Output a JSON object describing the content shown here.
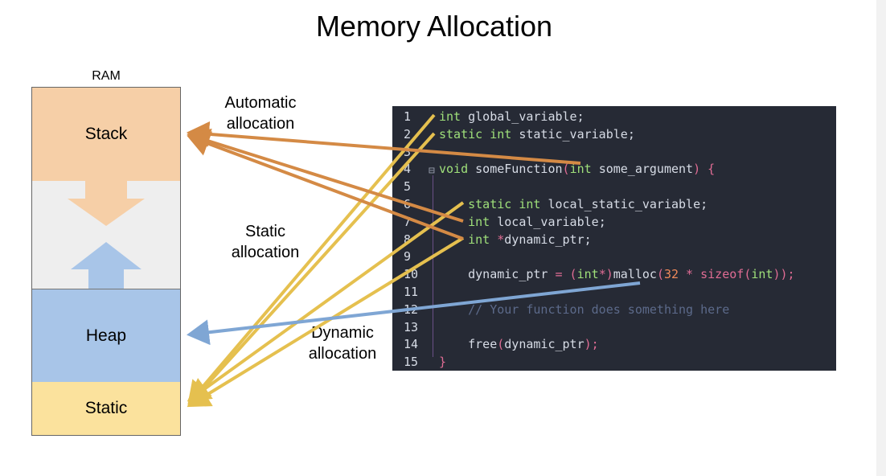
{
  "title": "Memory Allocation",
  "ram": {
    "label": "RAM",
    "segments": {
      "stack": "Stack",
      "heap": "Heap",
      "static": "Static"
    }
  },
  "labels": {
    "automatic": "Automatic\nallocation",
    "static": "Static\nallocation",
    "dynamic": "Dynamic\nallocation"
  },
  "code_lines": [
    {
      "n": "1",
      "tokens": [
        [
          "kw",
          "int "
        ],
        [
          "id",
          "global_variable"
        ],
        [
          "pl",
          ";"
        ]
      ]
    },
    {
      "n": "2",
      "tokens": [
        [
          "kw",
          "static int "
        ],
        [
          "id",
          "static_variable"
        ],
        [
          "pl",
          ";"
        ]
      ]
    },
    {
      "n": "3",
      "tokens": []
    },
    {
      "n": "4",
      "tokens": [
        [
          "kw",
          "void "
        ],
        [
          "id",
          "someFunction"
        ],
        [
          "op",
          "("
        ],
        [
          "kw",
          "int "
        ],
        [
          "id",
          "some_argument"
        ],
        [
          "op",
          ") {"
        ]
      ]
    },
    {
      "n": "5",
      "tokens": []
    },
    {
      "n": "6",
      "tokens": [
        [
          "pl",
          "    "
        ],
        [
          "kw",
          "static int "
        ],
        [
          "id",
          "local_static_variable"
        ],
        [
          "pl",
          ";"
        ]
      ]
    },
    {
      "n": "7",
      "tokens": [
        [
          "pl",
          "    "
        ],
        [
          "kw",
          "int "
        ],
        [
          "id",
          "local_variable"
        ],
        [
          "pl",
          ";"
        ]
      ]
    },
    {
      "n": "8",
      "tokens": [
        [
          "pl",
          "    "
        ],
        [
          "kw",
          "int "
        ],
        [
          "op",
          "*"
        ],
        [
          "id",
          "dynamic_ptr"
        ],
        [
          "pl",
          ";"
        ]
      ]
    },
    {
      "n": "9",
      "tokens": []
    },
    {
      "n": "10",
      "tokens": [
        [
          "pl",
          "    "
        ],
        [
          "id",
          "dynamic_ptr "
        ],
        [
          "op",
          "= ("
        ],
        [
          "kw",
          "int"
        ],
        [
          "op",
          "*)"
        ],
        [
          "id",
          "malloc"
        ],
        [
          "op",
          "("
        ],
        [
          "num",
          "32"
        ],
        [
          "op",
          " * "
        ],
        [
          "op",
          "sizeof"
        ],
        [
          "op",
          "("
        ],
        [
          "kw",
          "int"
        ],
        [
          "op",
          "));"
        ]
      ]
    },
    {
      "n": "11",
      "tokens": []
    },
    {
      "n": "12",
      "tokens": [
        [
          "pl",
          "    "
        ],
        [
          "com",
          "// Your function does something here"
        ]
      ]
    },
    {
      "n": "13",
      "tokens": []
    },
    {
      "n": "14",
      "tokens": [
        [
          "pl",
          "    "
        ],
        [
          "id",
          "free"
        ],
        [
          "op",
          "("
        ],
        [
          "id",
          "dynamic_ptr"
        ],
        [
          "op",
          ");"
        ]
      ]
    },
    {
      "n": "15",
      "tokens": [
        [
          "op",
          "}"
        ]
      ]
    }
  ],
  "colors": {
    "stack": "#f6cfa7",
    "heap": "#a8c5e8",
    "static": "#fbe29d",
    "automatic_arrow": "#d48a45",
    "static_arrow": "#e5c04f",
    "dynamic_arrow": "#7fa6d4"
  }
}
